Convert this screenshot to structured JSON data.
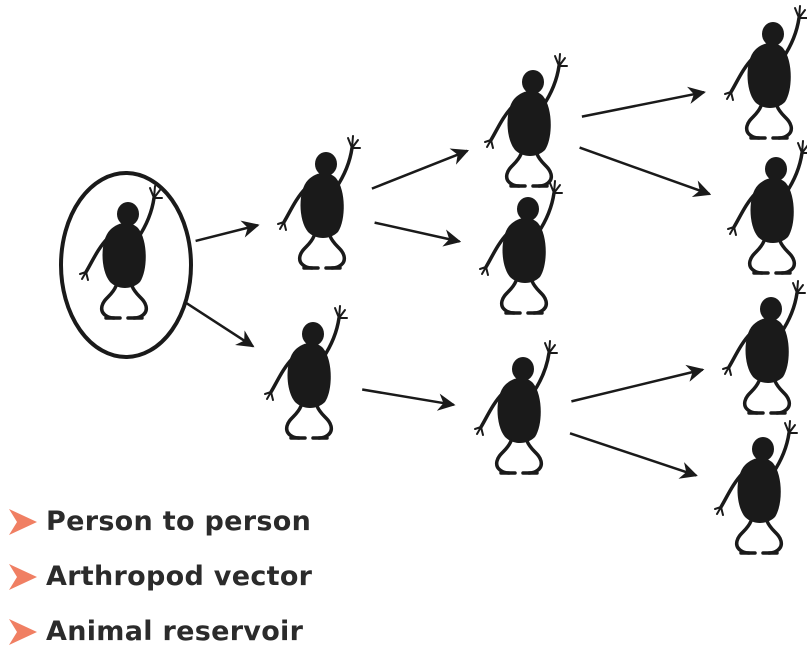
{
  "diagram": {
    "nodes": [
      {
        "id": "source",
        "generation": 0,
        "highlighted": true
      },
      {
        "id": "g1-a",
        "generation": 1
      },
      {
        "id": "g1-b",
        "generation": 1
      },
      {
        "id": "g2-a",
        "generation": 2
      },
      {
        "id": "g2-b",
        "generation": 2
      },
      {
        "id": "g2-c",
        "generation": 2
      },
      {
        "id": "g3-a",
        "generation": 3
      },
      {
        "id": "g3-b",
        "generation": 3
      },
      {
        "id": "g3-c",
        "generation": 3
      },
      {
        "id": "g3-d",
        "generation": 3
      }
    ],
    "edges": [
      {
        "from": "source",
        "to": "g1-a"
      },
      {
        "from": "source",
        "to": "g1-b"
      },
      {
        "from": "g1-a",
        "to": "g2-a"
      },
      {
        "from": "g1-a",
        "to": "g2-b"
      },
      {
        "from": "g1-b",
        "to": "g2-c"
      },
      {
        "from": "g2-a",
        "to": "g3-a"
      },
      {
        "from": "g2-a",
        "to": "g3-b"
      },
      {
        "from": "g2-c",
        "to": "g3-c"
      },
      {
        "from": "g2-c",
        "to": "g3-d"
      }
    ],
    "figure_color": "#1a1a1a",
    "arrow_color": "#1a1a1a"
  },
  "bullets": {
    "marker_icon": "arrowhead-bullet",
    "marker_color": "#f07f63",
    "text_color": "#2b2b2b",
    "items": [
      {
        "label": "Person to person"
      },
      {
        "label": "Arthropod vector"
      },
      {
        "label": "Animal reservoir"
      }
    ]
  }
}
